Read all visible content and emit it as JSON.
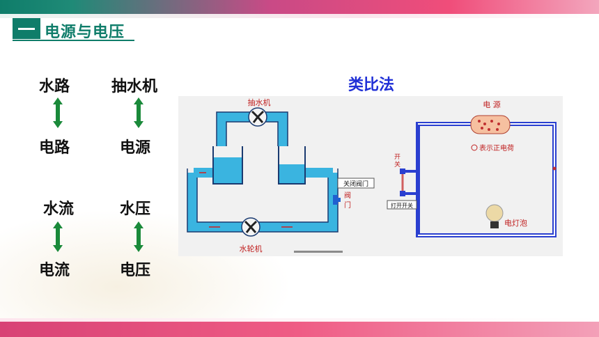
{
  "slide": {
    "title": "电源与电压",
    "method_label": "类比法"
  },
  "pairs": [
    {
      "top": "水路",
      "bottom": "电路"
    },
    {
      "top": "抽水机",
      "bottom": "电源"
    },
    {
      "top": "水流",
      "bottom": "电流"
    },
    {
      "top": "水压",
      "bottom": "电压"
    }
  ],
  "water_diagram": {
    "pump_label": "抽水机",
    "turbine_label": "水轮机",
    "valve_label": "阀门",
    "close_valve_button": "关闭阀门"
  },
  "circuit_diagram": {
    "source_label": "电  源",
    "charge_label": "表示正电荷",
    "switch_label": "开关",
    "open_switch_button": "打开开关",
    "bulb_label": "电灯泡"
  },
  "colors": {
    "theme_green": "#0f7d6a",
    "accent_pink": "#ef5c85",
    "arrow_green": "#1a8a3a",
    "method_blue": "#1f2fd6",
    "water_blue": "#3ab4e0",
    "wire_blue": "#2a3fd0"
  }
}
